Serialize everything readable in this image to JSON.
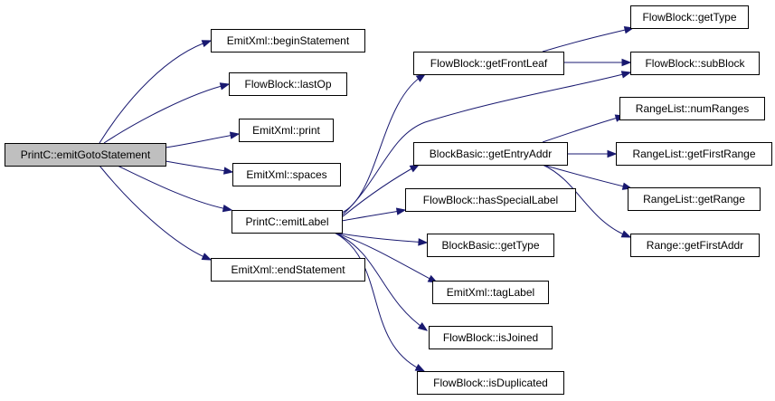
{
  "diagram": {
    "colors": {
      "edge": "#191970",
      "node_fill": "#ffffff",
      "root_fill": "#bfbfbf",
      "node_border": "#000000",
      "text": "#000000"
    },
    "nodes": [
      {
        "id": "emitGoto",
        "label": "PrintC::emitGotoStatement",
        "root": true
      },
      {
        "id": "beginStatement",
        "label": "EmitXml::beginStatement"
      },
      {
        "id": "lastOp",
        "label": "FlowBlock::lastOp"
      },
      {
        "id": "print",
        "label": "EmitXml::print"
      },
      {
        "id": "spaces",
        "label": "EmitXml::spaces"
      },
      {
        "id": "emitLabel",
        "label": "PrintC::emitLabel"
      },
      {
        "id": "endStatement",
        "label": "EmitXml::endStatement"
      },
      {
        "id": "getFrontLeaf",
        "label": "FlowBlock::getFrontLeaf"
      },
      {
        "id": "getEntryAddr",
        "label": "BlockBasic::getEntryAddr"
      },
      {
        "id": "hasSpecialLabel",
        "label": "FlowBlock::hasSpecialLabel"
      },
      {
        "id": "bbGetType",
        "label": "BlockBasic::getType"
      },
      {
        "id": "tagLabel",
        "label": "EmitXml::tagLabel"
      },
      {
        "id": "isJoined",
        "label": "FlowBlock::isJoined"
      },
      {
        "id": "isDuplicated",
        "label": "FlowBlock::isDuplicated"
      },
      {
        "id": "fbGetType",
        "label": "FlowBlock::getType"
      },
      {
        "id": "subBlock",
        "label": "FlowBlock::subBlock"
      },
      {
        "id": "numRanges",
        "label": "RangeList::numRanges"
      },
      {
        "id": "getFirstRange",
        "label": "RangeList::getFirstRange"
      },
      {
        "id": "getRange",
        "label": "RangeList::getRange"
      },
      {
        "id": "getFirstAddr",
        "label": "Range::getFirstAddr"
      }
    ],
    "edges": [
      {
        "from": "emitGoto",
        "to": "beginStatement"
      },
      {
        "from": "emitGoto",
        "to": "lastOp"
      },
      {
        "from": "emitGoto",
        "to": "print"
      },
      {
        "from": "emitGoto",
        "to": "spaces"
      },
      {
        "from": "emitGoto",
        "to": "emitLabel"
      },
      {
        "from": "emitGoto",
        "to": "endStatement"
      },
      {
        "from": "emitLabel",
        "to": "getFrontLeaf"
      },
      {
        "from": "emitLabel",
        "to": "subBlock"
      },
      {
        "from": "emitLabel",
        "to": "getEntryAddr"
      },
      {
        "from": "emitLabel",
        "to": "hasSpecialLabel"
      },
      {
        "from": "emitLabel",
        "to": "bbGetType"
      },
      {
        "from": "emitLabel",
        "to": "tagLabel"
      },
      {
        "from": "emitLabel",
        "to": "isJoined"
      },
      {
        "from": "emitLabel",
        "to": "isDuplicated"
      },
      {
        "from": "getFrontLeaf",
        "to": "fbGetType"
      },
      {
        "from": "getFrontLeaf",
        "to": "subBlock"
      },
      {
        "from": "getEntryAddr",
        "to": "numRanges"
      },
      {
        "from": "getEntryAddr",
        "to": "getFirstRange"
      },
      {
        "from": "getEntryAddr",
        "to": "getRange"
      },
      {
        "from": "getEntryAddr",
        "to": "getFirstAddr"
      }
    ]
  }
}
